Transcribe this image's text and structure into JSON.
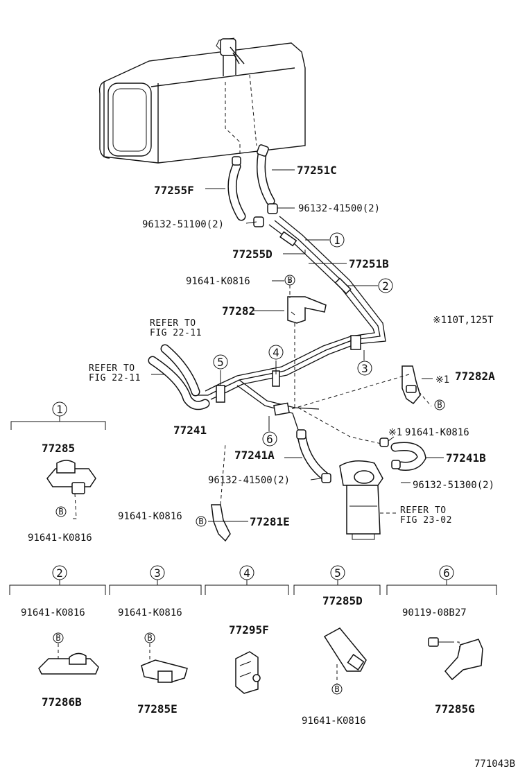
{
  "main_labels": {
    "p77251C": "77251C",
    "p77255F": "77255F",
    "p96132_41500_top": "96132-41500(2)",
    "p96132_51100": "96132-51100(2)",
    "p77255D": "77255D",
    "p77251B": "77251B",
    "p91641_top": "91641-K0816",
    "p77282": "77282",
    "note_models": "※110T,125T",
    "p77282A": "77282A",
    "mark_1": "※1",
    "mark_1b": "※1",
    "p91641_right": "91641-K0816",
    "p77241B": "77241B",
    "p77241A": "77241A",
    "p96132_41500_low": "96132-41500(2)",
    "p96132_51300": "96132-51300(2)",
    "p91641_mid": "91641-K0816",
    "p77281E": "77281E",
    "p77241": "77241",
    "p77285": "77285",
    "p91641_left": "91641-K0816"
  },
  "refer_1": {
    "line1": "REFER TO",
    "line2": "FIG 22-11"
  },
  "refer_2": {
    "line1": "REFER TO",
    "line2": "FIG 22-11"
  },
  "refer_3": {
    "line1": "REFER TO",
    "line2": "FIG 23-02"
  },
  "callouts": {
    "c1": "1",
    "c2": "2",
    "c3": "3",
    "c4": "4",
    "c5": "5",
    "c6": "6"
  },
  "bolt_marker": "B",
  "detail_panels": [
    {
      "number": "2",
      "bolt": "91641-K0816",
      "part": "77286B"
    },
    {
      "number": "3",
      "bolt": "91641-K0816",
      "part": "77285E"
    },
    {
      "number": "4",
      "part": "77295F"
    },
    {
      "number": "5",
      "part": "77285D",
      "bolt": "91641-K0816"
    },
    {
      "number": "6",
      "bolt": "90119-08B27",
      "part": "77285G"
    }
  ],
  "figure_id": "771043B"
}
